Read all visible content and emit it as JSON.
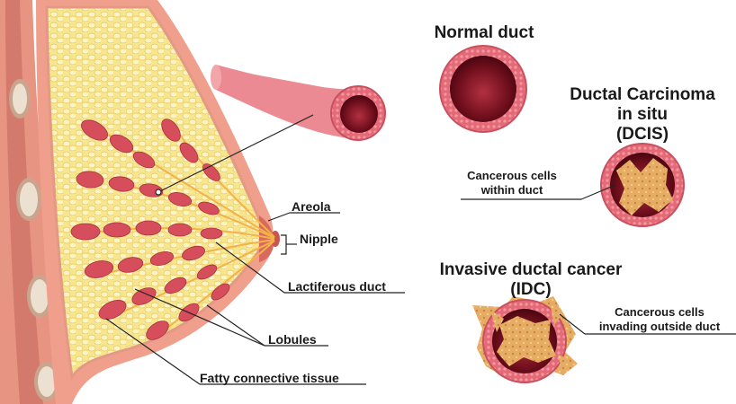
{
  "labels": {
    "areola": "Areola",
    "nipple": "Nipple",
    "lactiferous_duct": "Lactiferous duct",
    "lobules": "Lobules",
    "fatty_tissue": "Fatty connective tissue"
  },
  "panels": {
    "normal": {
      "title": "Normal duct"
    },
    "dcis": {
      "title_line1": "Ductal Carcinoma",
      "title_line2": "in situ",
      "title_line3": "(DCIS)",
      "note_line1": "Cancerous cells",
      "note_line2": "within duct"
    },
    "idc": {
      "title_line1": "Invasive ductal cancer",
      "title_line2": "(IDC)",
      "note_line1": "Cancerous cells",
      "note_line2": "invading outside duct"
    }
  },
  "colors": {
    "skin": "#efa894",
    "fat": "#f7e48a",
    "lobule": "#d9505f",
    "duct_wall": "#e2707d",
    "lumen": "#7a1020",
    "tumor": "#e8b16a"
  }
}
